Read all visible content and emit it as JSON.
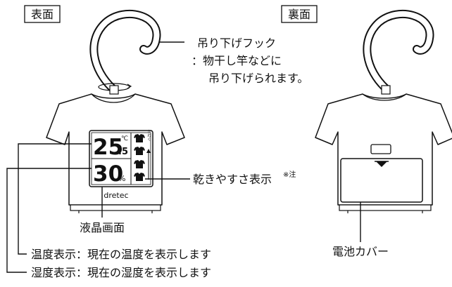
{
  "front_label": "表面",
  "back_label": "裏面",
  "hook": {
    "title": "吊り下げフック",
    "line2": "：物干し竿などに",
    "line3": "吊り下げられます。"
  },
  "lcd": {
    "temperature": "25",
    "temperature_decimal": ".5",
    "temperature_unit": "℃",
    "humidity": "30",
    "humidity_unit": "%",
    "dryness_scale": "かわく"
  },
  "brand": "dretec",
  "dryness_label": "乾きやすさ表示",
  "dryness_note": "※注",
  "lcd_screen_label": "液晶画面",
  "temp_display_label": "温度表示：現在の温度を表示します",
  "humidity_display_label": "湿度表示：現在の湿度を表示します",
  "battery_cover_label": "電池カバー"
}
